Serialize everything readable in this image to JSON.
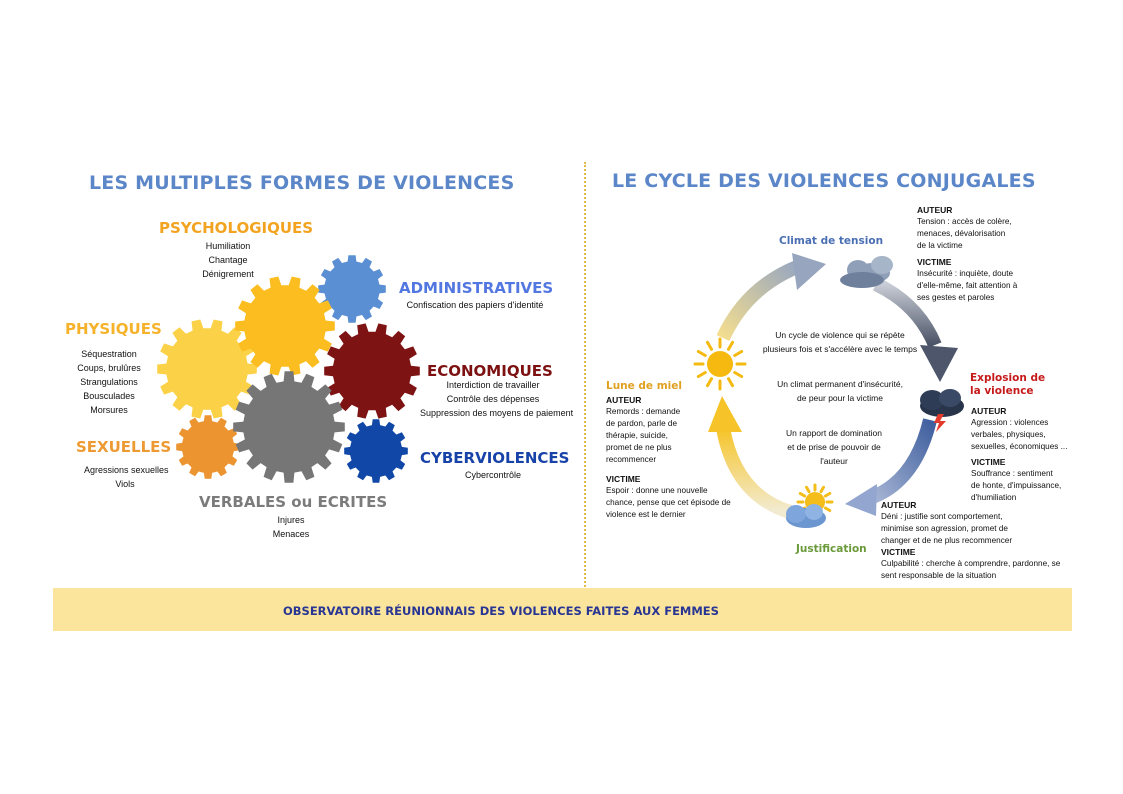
{
  "left": {
    "title": "LES MULTIPLES FORMES DE VIOLENCES",
    "categories": [
      {
        "id": "psy",
        "label": "PSYCHOLOGIQUES",
        "color": "#f2a320",
        "items": [
          "Humiliation",
          "Chantage",
          "Dénigrement"
        ]
      },
      {
        "id": "admin",
        "label": "ADMINISTRATIVES",
        "color": "#5277e0",
        "items": [
          "Confiscation des papiers d'identité"
        ]
      },
      {
        "id": "phys",
        "label": "PHYSIQUES",
        "color": "#f5b22a",
        "items": [
          "Séquestration",
          "Coups, brulûres",
          "Strangulations",
          "Bousculades",
          "Morsures"
        ]
      },
      {
        "id": "eco",
        "label": "ECONOMIQUES",
        "color": "#7d1111",
        "items": [
          "Interdiction de travailler",
          "Contrôle des dépenses",
          "Suppression des moyens de paiement"
        ]
      },
      {
        "id": "sex",
        "label": "SEXUELLES",
        "color": "#ee9a33",
        "items": [
          "Agressions sexuelles",
          "Viols"
        ]
      },
      {
        "id": "cyber",
        "label": "CYBERVIOLENCES",
        "color": "#1742a8",
        "items": [
          "Cybercontrôle"
        ]
      },
      {
        "id": "verb",
        "label": "VERBALES ou ECRITES",
        "color": "#7b7b7b",
        "items": [
          "Injures",
          "Menaces"
        ]
      }
    ],
    "gear_colors": {
      "yellow_light": "#fbd247",
      "yellow": "#fbbd1f",
      "blue_light": "#5a8fd3",
      "red": "#7d1313",
      "gray": "#767676",
      "orange": "#eb9430",
      "blue": "#1148a8"
    }
  },
  "right": {
    "title": "LE CYCLE DES VIOLENCES CONJUGALES",
    "phases": {
      "tension": {
        "label": "Climat de tension",
        "color": "#4a6fb3",
        "auteur_title": "AUTEUR",
        "auteur": [
          "Tension : accès de colère,",
          "menaces, dévalorisation",
          "de la victime"
        ],
        "victime_title": "VICTIME",
        "victime": [
          "Insécurité : inquiète, doute",
          "d'elle-même, fait attention à",
          "ses gestes et paroles"
        ]
      },
      "explosion": {
        "label_lines": [
          "Explosion de",
          "la violence"
        ],
        "color": "#c61a1a",
        "auteur_title": "AUTEUR",
        "auteur": [
          "Agression : violences",
          "verbales, physiques,",
          "sexuelles, économiques ..."
        ],
        "victime_title": "VICTIME",
        "victime": [
          "Souffrance : sentiment",
          "de honte, d'impuissance,",
          "d'humiliation"
        ]
      },
      "justification": {
        "label": "Justification",
        "color": "#6a9a3a",
        "auteur_title": "AUTEUR",
        "auteur": [
          "Déni : justifie sont comportement,",
          "minimise son agression, promet de",
          "changer et de ne plus recommencer"
        ],
        "victime_title": "VICTIME",
        "victime": [
          "Culpabilité : cherche à comprendre, pardonne, se",
          "sent responsable de la situation"
        ]
      },
      "lune": {
        "label": "Lune de miel",
        "color": "#e0a020",
        "auteur_title": "AUTEUR",
        "auteur": [
          "Remords : demande",
          "de pardon, parle de",
          "thérapie, suicide,",
          "promet de ne plus",
          "recommencer"
        ],
        "victime_title": "VICTIME",
        "victime": [
          "Espoir : donne une nouvelle",
          "chance, pense que cet épisode de",
          "violence est le dernier"
        ]
      }
    },
    "center": [
      [
        "Un cycle de violence qui se répète",
        "plusieurs fois et s'accélère avec le temps"
      ],
      [
        "Un climat permanent d'insécurité,",
        "de peur pour la victime"
      ],
      [
        "Un rapport de domination",
        "et de prise de pouvoir de",
        "l'auteur"
      ]
    ]
  },
  "footer": {
    "text": "OBSERVATOIRE RÉUNIONNAIS DES VIOLENCES FAITES AUX FEMMES"
  }
}
